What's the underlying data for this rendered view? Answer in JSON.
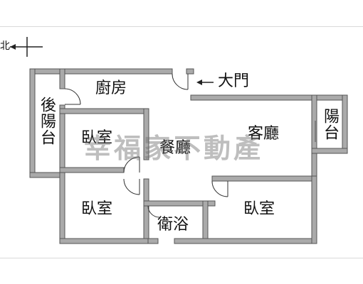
{
  "compass": {
    "label": "北"
  },
  "rooms": {
    "kitchen": "廚房",
    "main_door": "大門",
    "back_balcony": "後陽台",
    "bedroom_1": "臥室",
    "dining": "餐廳",
    "living": "客廳",
    "balcony": "陽台",
    "bedroom_2": "臥室",
    "bathroom": "衛浴",
    "bedroom_3": "臥室"
  },
  "watermark": "幸福家不動產",
  "colors": {
    "wall": "#aaaaaa",
    "wall_outline": "#555555",
    "text": "#111111"
  }
}
